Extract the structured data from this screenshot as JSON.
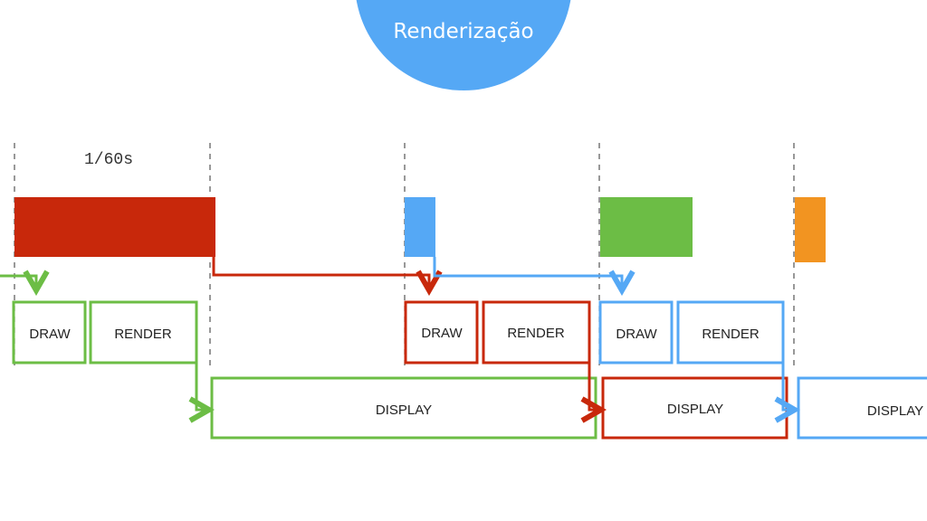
{
  "title": "Renderização",
  "interval_label": "1/60s",
  "labels": {
    "draw": "DRAW",
    "render": "RENDER",
    "display": "DISPLAY"
  },
  "colors": {
    "red": "#c8280b",
    "blue": "#55a8f5",
    "green": "#6cbd45",
    "orange": "#f29421",
    "badge": "#55a8f5"
  }
}
